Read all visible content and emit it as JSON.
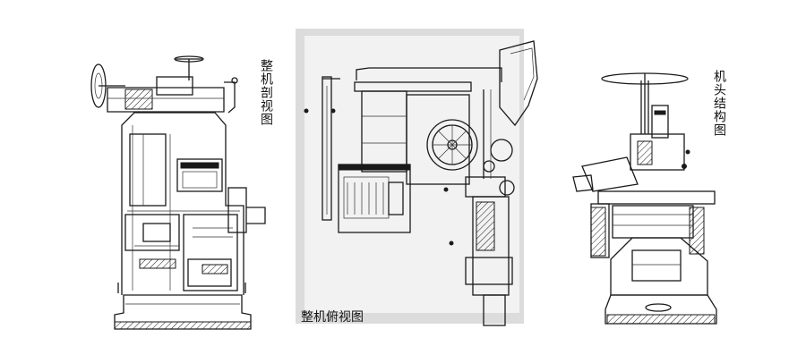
{
  "labels": {
    "section_view": "整机剖视图",
    "top_view": "整机俯视图",
    "head_structure": "机头结构图"
  }
}
